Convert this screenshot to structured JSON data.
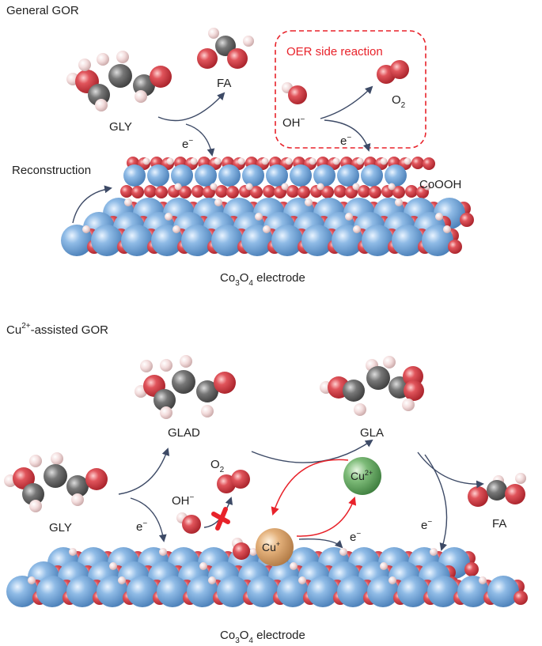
{
  "panel_top": {
    "title": "General GOR",
    "gly": "GLY",
    "fa": "FA",
    "electron": "e",
    "electron_sup": "−",
    "oer_title": "OER side reaction",
    "oh": "OH",
    "oh_sup": "−",
    "o2": "O",
    "o2_sub": "2",
    "reconstruction": "Reconstruction",
    "coooh": "CoOOH",
    "electrode_co": "Co",
    "electrode_sub1": "3",
    "electrode_o": "O",
    "electrode_sub2": "4",
    "electrode_rest": " electrode"
  },
  "panel_bottom": {
    "title_cu": "Cu",
    "title_sup": "2+",
    "title_rest": "-assisted GOR",
    "glad": "GLAD",
    "gla": "GLA",
    "gly": "GLY",
    "fa": "FA",
    "o2": "O",
    "o2_sub": "2",
    "oh": "OH",
    "oh_sup": "−",
    "electron": "e",
    "electron_sup": "−",
    "cu2": "Cu",
    "cu2_sup": "2+",
    "cu1": "Cu",
    "cu1_sup": "+",
    "electrode_co": "Co",
    "electrode_sub1": "3",
    "electrode_o": "O",
    "electrode_sub2": "4",
    "electrode_rest": " electrode"
  },
  "colors": {
    "cobalt": "#6fa3d6",
    "oxygen": "#d9424a",
    "hydrogen": "#f0d6d6",
    "carbon": "#6e6e6e",
    "cu2_ion": "#5aa55a",
    "cu1_ion": "#e0a564",
    "arrow": "#3d4a66",
    "red_arrow": "#e8222a"
  }
}
